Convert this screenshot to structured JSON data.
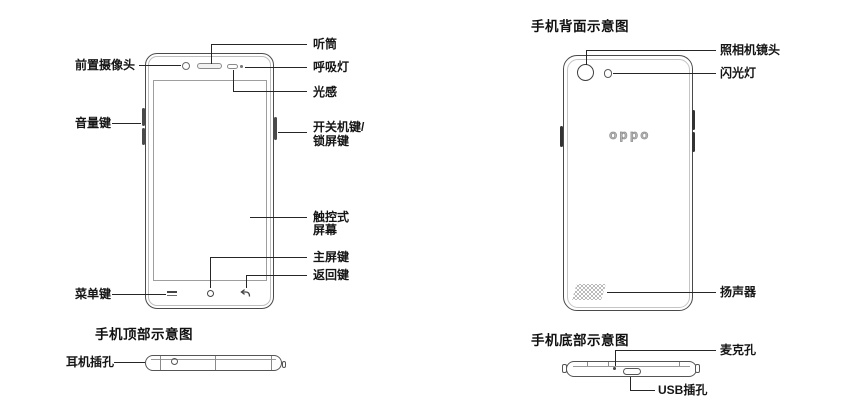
{
  "diagram": {
    "front": {
      "labels": {
        "earpiece": "听筒",
        "front_camera": "前置摄像头",
        "breathing_light": "呼吸灯",
        "light_sensor": "光感",
        "volume_key": "音量键",
        "power_key_line1": "开关机键/",
        "power_key_line2": "锁屏键",
        "touch_screen_line1": "触控式",
        "touch_screen_line2": "屏幕",
        "home_key": "主屏键",
        "back_key": "返回键",
        "menu_key": "菜单键"
      }
    },
    "top": {
      "title": "手机顶部示意图",
      "labels": {
        "headphone_jack": "耳机插孔"
      }
    },
    "back": {
      "title": "手机背面示意图",
      "logo": "oppo",
      "labels": {
        "camera_lens": "照相机镜头",
        "flash": "闪光灯",
        "speaker": "扬声器"
      }
    },
    "bottom": {
      "title": "手机底部示意图",
      "labels": {
        "mic_hole": "麦克孔",
        "usb_port": "USB插孔"
      }
    },
    "colors": {
      "outline": "#4a4a4a",
      "leader_line": "#262626",
      "text": "#151515"
    }
  }
}
